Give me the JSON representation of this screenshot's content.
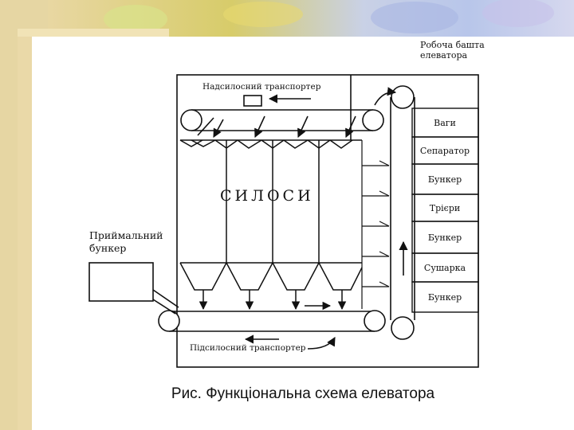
{
  "diagram": {
    "tower_label": "Робоча башта\nелеватора",
    "top_conveyor": "Надсилосний транспортер",
    "bottom_conveyor": "Підсилосний транспортер",
    "silos": "СИЛОСИ",
    "receiving_hopper": "Приймальний\nбункер",
    "rooms": [
      "Ваги",
      "Сепаратор",
      "Бункер",
      "Трієри",
      "Бункер",
      "Сушарка",
      "Бункер"
    ]
  },
  "caption": "Рис. Функціональна схема елеватора",
  "colors": {
    "line": "#111111",
    "background": "#e6d6a3",
    "slide": "#ffffff"
  }
}
